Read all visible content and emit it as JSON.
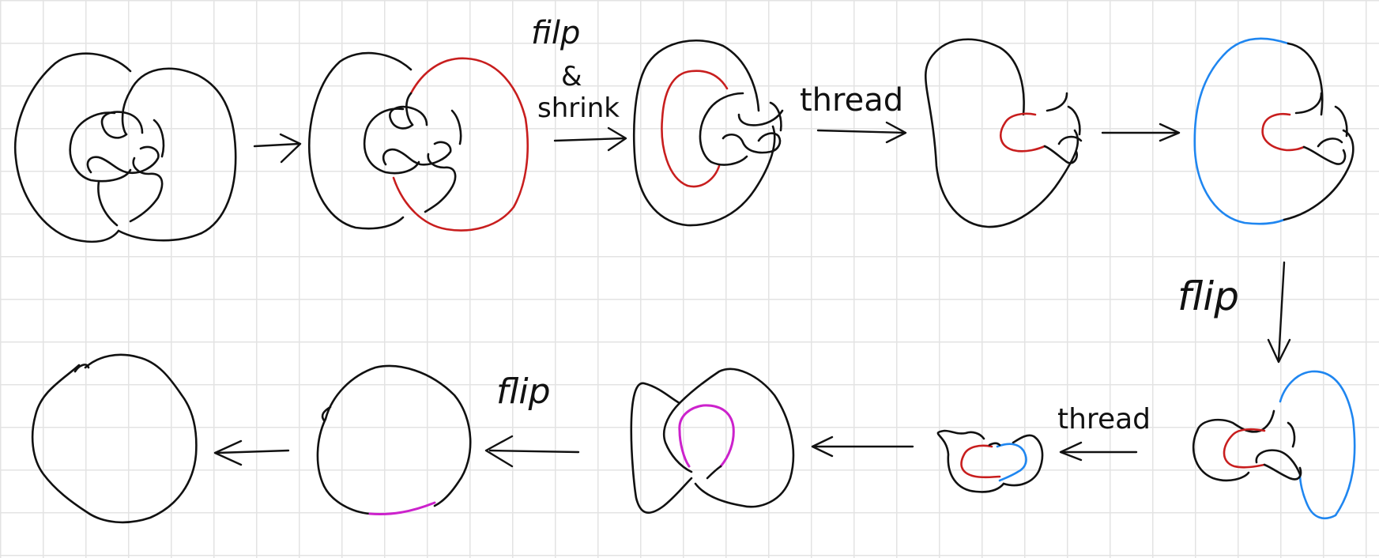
{
  "diagram": {
    "labels": {
      "step2": "filp",
      "step2_amp": "&",
      "step2_word": "shrink",
      "step3": "thread",
      "step5": "flip",
      "step6": "thread",
      "step8": "flip"
    },
    "colors": {
      "ink": "#111111",
      "red_strand": "#c81e1e",
      "blue_strand": "#1f86f0",
      "magenta_strand": "#cc22cc",
      "grid": "#e3e3e3"
    },
    "stages": [
      "stage-1-initial-knot",
      "stage-2-red-highlight",
      "stage-3-after-flip-shrink",
      "stage-4-after-thread",
      "stage-5-blue-highlight",
      "stage-6-after-flip",
      "stage-7-after-thread",
      "stage-8-magenta-loop",
      "stage-9-magenta-highlight",
      "stage-10-unknot"
    ]
  }
}
